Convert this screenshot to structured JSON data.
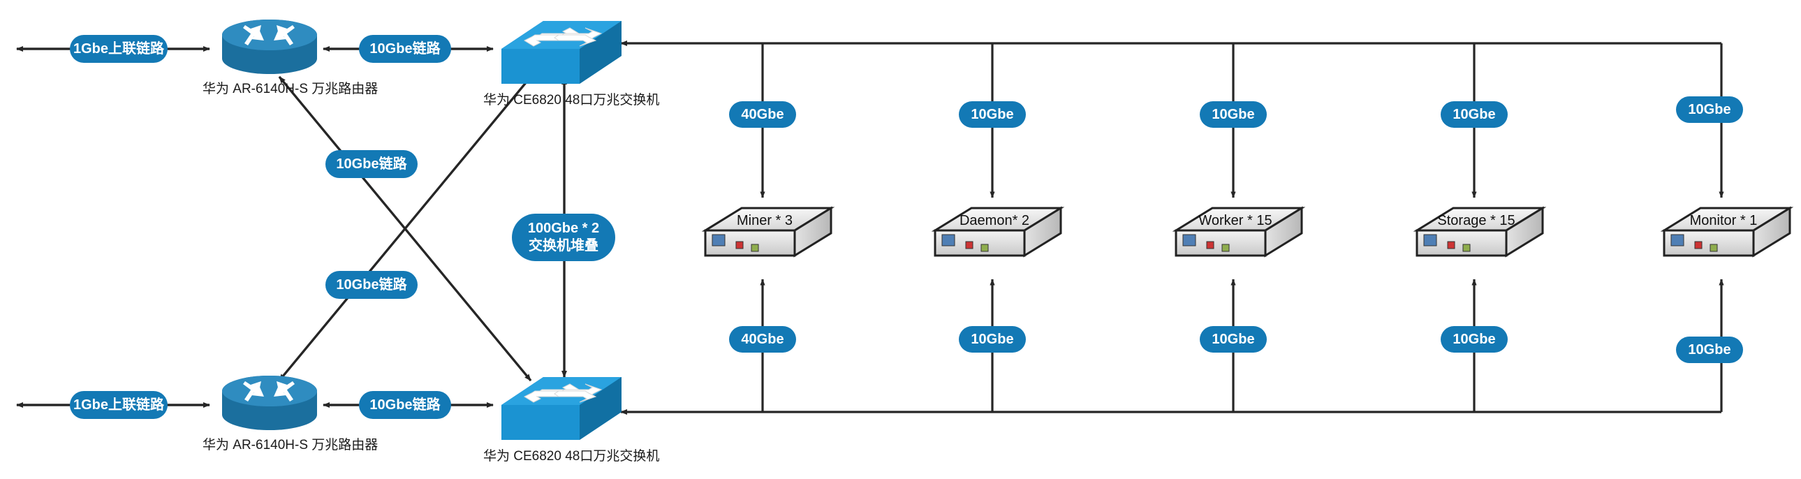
{
  "diagram": {
    "title": "Network Topology",
    "accent_color": "#1379b5",
    "line_color": "#262626",
    "router_body_color": "#1e7fb5",
    "switch_body_color": "#1b94d4"
  },
  "devices": {
    "router_top": {
      "icon": "router-icon",
      "caption": "华为 AR-6140H-S 万兆路由器"
    },
    "router_bottom": {
      "icon": "router-icon",
      "caption": "华为 AR-6140H-S 万兆路由器"
    },
    "switch_top": {
      "icon": "switch-icon",
      "caption": "华为 CE6820 48口万兆交换机"
    },
    "switch_bottom": {
      "icon": "switch-icon",
      "caption": "华为 CE6820 48口万兆交换机"
    }
  },
  "servers": [
    {
      "name": "Miner * 3",
      "icon": "server-icon"
    },
    {
      "name": "Daemon* 2",
      "icon": "server-icon"
    },
    {
      "name": "Worker * 15",
      "icon": "server-icon"
    },
    {
      "name": "Storage * 15",
      "icon": "server-icon"
    },
    {
      "name": "Monitor * 1",
      "icon": "server-icon"
    }
  ],
  "links": {
    "uplink_top": "1Gbe上联链路",
    "uplink_bottom": "1Gbe上联链路",
    "router_switch_top": "10Gbe链路",
    "router_switch_bottom": "10Gbe链路",
    "cross_upper": "10Gbe链路",
    "cross_lower": "10Gbe链路",
    "stack_line1": "100Gbe * 2",
    "stack_line2": "交换机堆叠",
    "top_drops": [
      "40Gbe",
      "10Gbe",
      "10Gbe",
      "10Gbe",
      "10Gbe"
    ],
    "bottom_drops": [
      "40Gbe",
      "10Gbe",
      "10Gbe",
      "10Gbe",
      "10Gbe"
    ]
  }
}
